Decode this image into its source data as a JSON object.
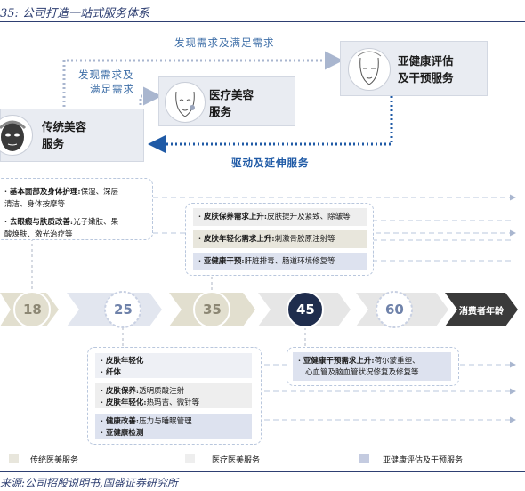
{
  "figure": {
    "title": "35: 公司打造一站式服务体系"
  },
  "services": [
    {
      "label_line1": "传统美容",
      "label_line2": "服务",
      "icon": "face-mask-icon"
    },
    {
      "label_line1": "医疗美容",
      "label_line2": "服务",
      "icon": "face-cream-icon"
    },
    {
      "label_line1": "亚健康评估",
      "label_line2": "及干预服务",
      "icon": "face-wellness-icon"
    }
  ],
  "flow_labels": {
    "top": "发现需求及满足需求",
    "middle_line1": "发现需求及",
    "middle_line2": "满足需求",
    "bottom": "驱动及延伸服务"
  },
  "age_axis": {
    "ages": [
      "18",
      "25",
      "35",
      "45",
      "60"
    ],
    "highlight": "45",
    "end_label": "消费者年龄"
  },
  "box_left_top": {
    "items": [
      {
        "bold": "· 基本面部及身体护理:",
        "text": "保湿、深层"
      },
      {
        "bold": "",
        "text": "清洁、身体按摩等"
      },
      {
        "bold": "· 去眼瘕与肤质改善:",
        "text": "光子嫩肤、果"
      },
      {
        "bold": "",
        "text": "酸焕肤、激光治疗等"
      }
    ]
  },
  "box_mid_top": {
    "items": [
      {
        "bold": "· 皮肤保养需求上升:",
        "text": "皮肤提升及紧致、除皱等"
      },
      {
        "bold": "· 皮肤年轻化需求上升:",
        "text": "刺激骨胶原注射等"
      },
      {
        "bold": "· 亚健康干预:",
        "text": "肝脏排毒、肠道环境修复等"
      }
    ]
  },
  "box_mid_bottom": {
    "groups": [
      [
        {
          "bold": "· 皮肤年轻化",
          "text": ""
        },
        {
          "bold": "· 纤体",
          "text": ""
        }
      ],
      [
        {
          "bold": "· 皮肤保养:",
          "text": "透明质酸注射"
        },
        {
          "bold": "· 皮肤年轻化:",
          "text": "热玛吉、微针等"
        }
      ],
      [
        {
          "bold": "· 健康改善:",
          "text": "压力与睡眠管理"
        },
        {
          "bold": "· 亚健康检测",
          "text": ""
        }
      ]
    ]
  },
  "box_right_bottom": {
    "line1_bold": "· 亚健康干预需求上升:",
    "line1_text": "荷尔蒙重塑、",
    "line2_text": "心血管及脑血管状况修复及修复等"
  },
  "legend": [
    {
      "label": "传统医美服务",
      "color": "#e8e6dc"
    },
    {
      "label": "医疗医美服务",
      "color": "#eeeeee"
    },
    {
      "label": "亚健康评估及干预服务",
      "color": "#c4cbe0"
    }
  ],
  "source": "来源:公司招股说明书,国盛证券研究所"
}
